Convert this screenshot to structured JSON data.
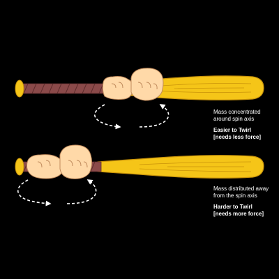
{
  "colors": {
    "background": "#000000",
    "bat_wood": "#f5c518",
    "bat_wood_dark": "#c9930a",
    "grip_tape": "#8b4a4a",
    "hand_skin": "#ffd9a8",
    "arrow": "#ffffff",
    "text": "#ffffff"
  },
  "panels": [
    {
      "caption": {
        "line1": "Mass concentrated",
        "line2": "around spin axis",
        "title": "Easier to Twirl",
        "subtitle": "[needs less force]"
      }
    },
    {
      "caption": {
        "line1": "Mass distributed away",
        "line2": "from the spin axis",
        "title": "Harder to Twirl",
        "subtitle": "[needs more force]"
      }
    }
  ]
}
